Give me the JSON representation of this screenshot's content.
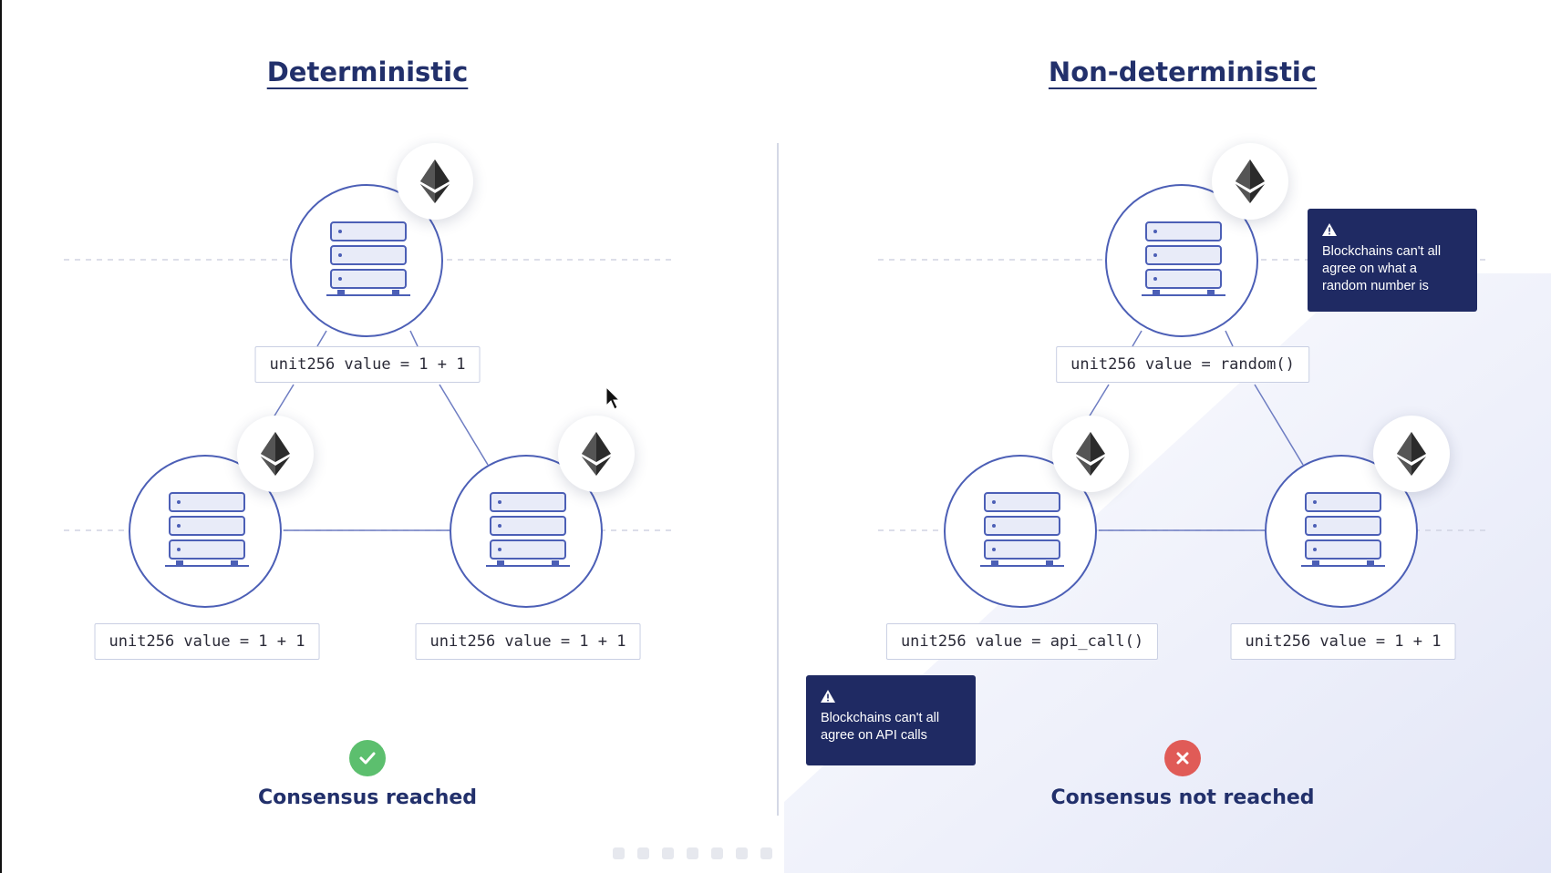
{
  "left_panel": {
    "title": "Deterministic",
    "top_code": "unit256 value = 1 + 1",
    "left_code": "unit256 value = 1 + 1",
    "right_code": "unit256 value = 1 + 1",
    "status_text": "Consensus reached",
    "status_icon": "check-icon",
    "status_color": "#5cbf6e"
  },
  "right_panel": {
    "title": "Non-deterministic",
    "top_code": "unit256 value = random()",
    "left_code": "unit256 value = api_call()",
    "right_code": "unit256 value = 1 + 1",
    "warning_random": "Blockchains can't all agree on what a random number is",
    "warning_api": "Blockchains can't all agree on API calls",
    "status_text": "Consensus not reached",
    "status_icon": "x-icon",
    "status_color": "#e05b57"
  },
  "colors": {
    "title": "#22306b",
    "node_border": "#4c5fb6",
    "warning_bg": "#1f2a63"
  }
}
